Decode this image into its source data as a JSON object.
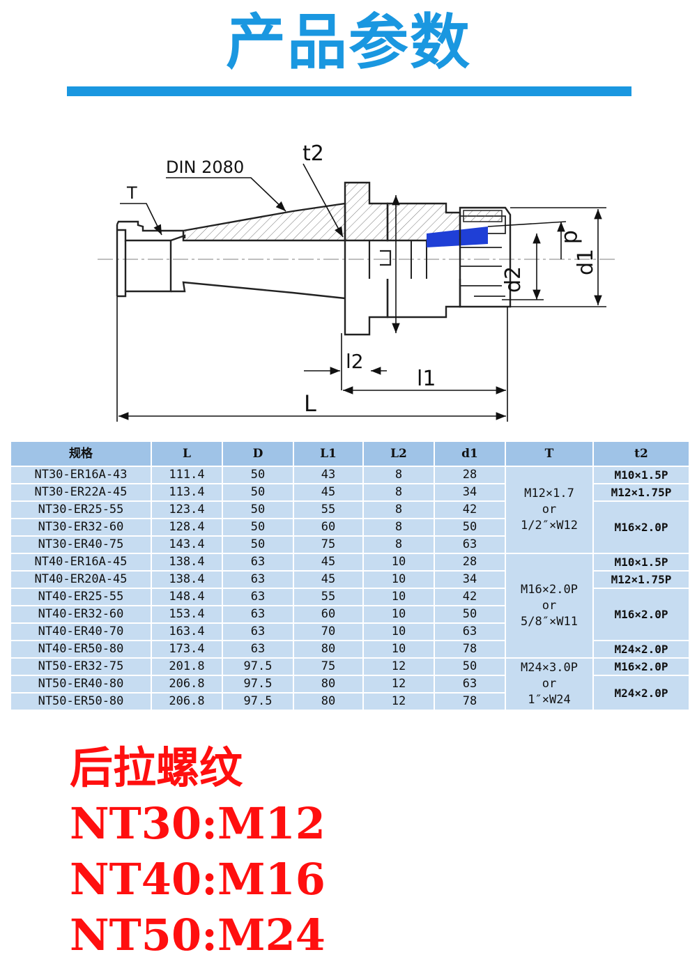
{
  "header": {
    "title": "产品参数",
    "title_color": "#1a97e0",
    "rule_color": "#1a97e0"
  },
  "drawing": {
    "label_din": "DIN 2080",
    "label_t2": "t2",
    "label_T": "T",
    "label_d": "d",
    "label_d2": "d2",
    "label_d1": "d1",
    "label_l2": "l2",
    "label_l1": "l1",
    "label_L": "L",
    "collet_color": "#1f3fd6"
  },
  "table": {
    "header_bg": "#9fc3e7",
    "row_bg": "#c6dcf1",
    "headers": [
      "规格",
      "L",
      "D",
      "L1",
      "L2",
      "d1",
      "T",
      "t2"
    ],
    "rows": [
      [
        "NT30-ER16A-43",
        "111.4",
        "50",
        "43",
        "8",
        "28"
      ],
      [
        "NT30-ER22A-45",
        "113.4",
        "50",
        "45",
        "8",
        "34"
      ],
      [
        "NT30-ER25-55",
        "123.4",
        "50",
        "55",
        "8",
        "42"
      ],
      [
        "NT30-ER32-60",
        "128.4",
        "50",
        "60",
        "8",
        "50"
      ],
      [
        "NT30-ER40-75",
        "143.4",
        "50",
        "75",
        "8",
        "63"
      ],
      [
        "NT40-ER16A-45",
        "138.4",
        "63",
        "45",
        "10",
        "28"
      ],
      [
        "NT40-ER20A-45",
        "138.4",
        "63",
        "45",
        "10",
        "34"
      ],
      [
        "NT40-ER25-55",
        "148.4",
        "63",
        "55",
        "10",
        "42"
      ],
      [
        "NT40-ER32-60",
        "153.4",
        "63",
        "60",
        "10",
        "50"
      ],
      [
        "NT40-ER40-70",
        "163.4",
        "63",
        "70",
        "10",
        "63"
      ],
      [
        "NT40-ER50-80",
        "173.4",
        "63",
        "80",
        "10",
        "78"
      ],
      [
        "NT50-ER32-75",
        "201.8",
        "97.5",
        "75",
        "12",
        "50"
      ],
      [
        "NT50-ER40-80",
        "206.8",
        "97.5",
        "80",
        "12",
        "63"
      ],
      [
        "NT50-ER50-80",
        "206.8",
        "97.5",
        "80",
        "12",
        "78"
      ]
    ],
    "T_groups": [
      {
        "line1": "M12×1.7",
        "line2": "or",
        "line3": "1/2″×W12"
      },
      {
        "line1": "M16×2.0P",
        "line2": "or",
        "line3": "5/8″×W11"
      },
      {
        "line1": "M24×3.0P",
        "line2": "or",
        "line3": "1″×W24"
      }
    ],
    "t2_values": [
      "M10×1.5P",
      "M12×1.75P",
      "M16×2.0P",
      "M10×1.5P",
      "M12×1.75P",
      "M16×2.0P",
      "M24×2.0P",
      "M16×2.0P",
      "M24×2.0P"
    ]
  },
  "notes": {
    "heading": "后拉螺纹",
    "line1": "NT30:M12",
    "line2": "NT40:M16",
    "line3": "NT50:M24"
  }
}
